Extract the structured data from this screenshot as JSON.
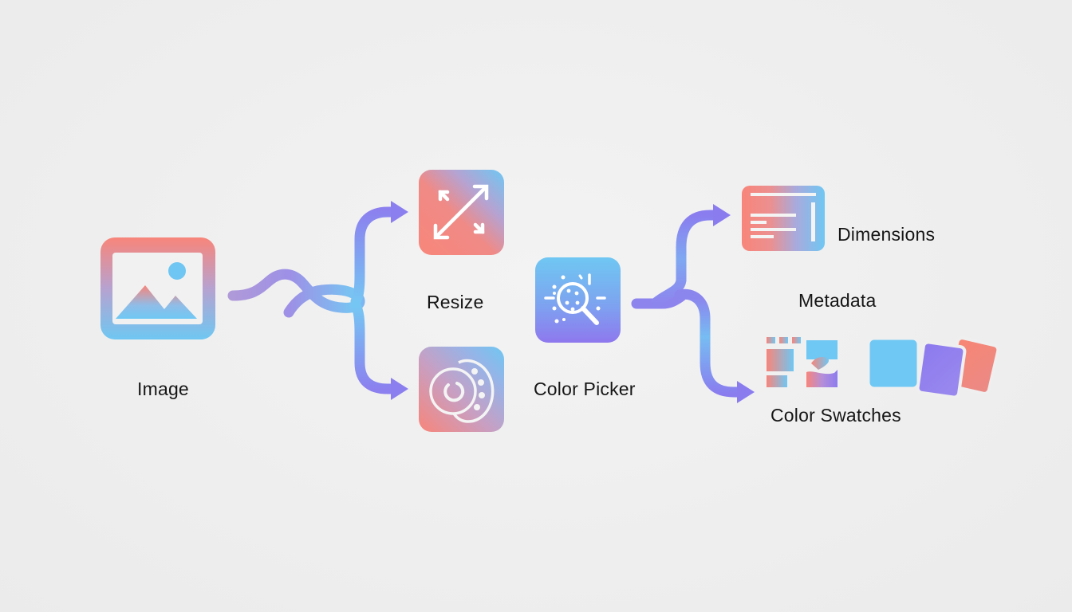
{
  "diagram": {
    "type": "flow",
    "colors": {
      "background": "#efefef",
      "coral": "#f88471",
      "sky": "#6fc8f4",
      "violet": "#8c7bee",
      "lavender": "#a995df",
      "text": "#161616"
    },
    "nodes": [
      {
        "id": "image",
        "label": "Image",
        "icon": "image-icon"
      },
      {
        "id": "resize",
        "label": "Resize",
        "icon": "resize-arrows-icon"
      },
      {
        "id": "color-picker-disc",
        "label": "",
        "icon": "color-palette-disc-icon"
      },
      {
        "id": "color-picker",
        "label": "Color Picker",
        "icon": "magnifier-color-picker-icon"
      },
      {
        "id": "dimensions",
        "label": "Dimensions",
        "icon": "document-lines-icon"
      },
      {
        "id": "metadata",
        "label": "Metadata",
        "icon": ""
      },
      {
        "id": "color-swatches",
        "label": "Color Swatches",
        "icon": "swatch-cards-icon"
      }
    ],
    "edges": [
      {
        "from": "image",
        "to": "resize"
      },
      {
        "from": "image",
        "to": "color-picker-disc"
      },
      {
        "from": "color-picker",
        "to": "dimensions"
      },
      {
        "from": "color-picker",
        "to": "color-swatches"
      }
    ]
  }
}
